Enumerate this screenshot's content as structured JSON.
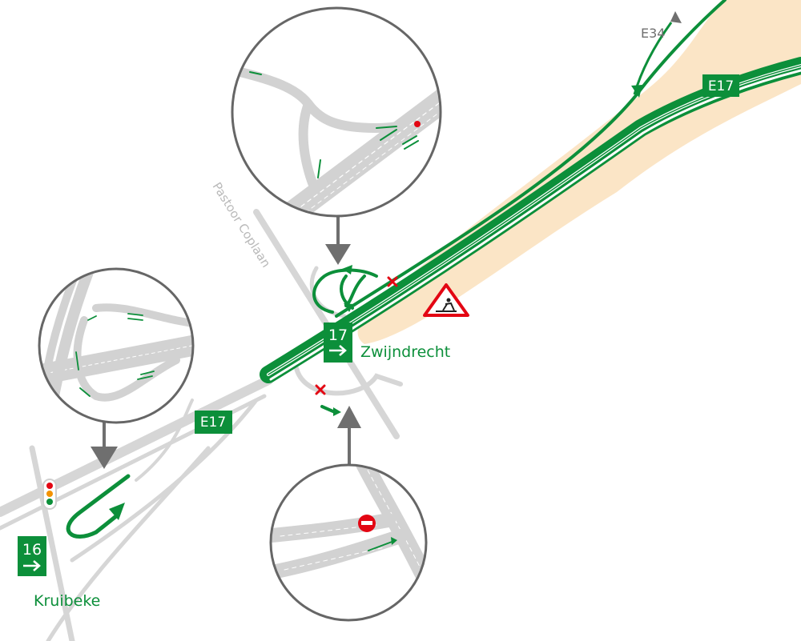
{
  "labels": {
    "e34": "E34",
    "e17_top": "E17",
    "e17_mid": "E17",
    "exit17_number": "17",
    "exit17_name": "Zwijndrecht",
    "exit16_number": "16",
    "exit16_name": "Kruibeke",
    "street": "Pastoor Coplaan"
  },
  "icons": {
    "roadworks": "roadworks-warning-icon",
    "traffic_light": "traffic-light-icon",
    "closed": "red-x-closed-icon",
    "no_entry": "no-entry-icon"
  },
  "colors": {
    "route_green": "#0c8f3a",
    "road_grey": "#d6d6d6",
    "works_zone": "#fbe5c6",
    "closed_red": "#e30613",
    "arrow_grey": "#6f6f6f",
    "circle_border": "#666666"
  }
}
